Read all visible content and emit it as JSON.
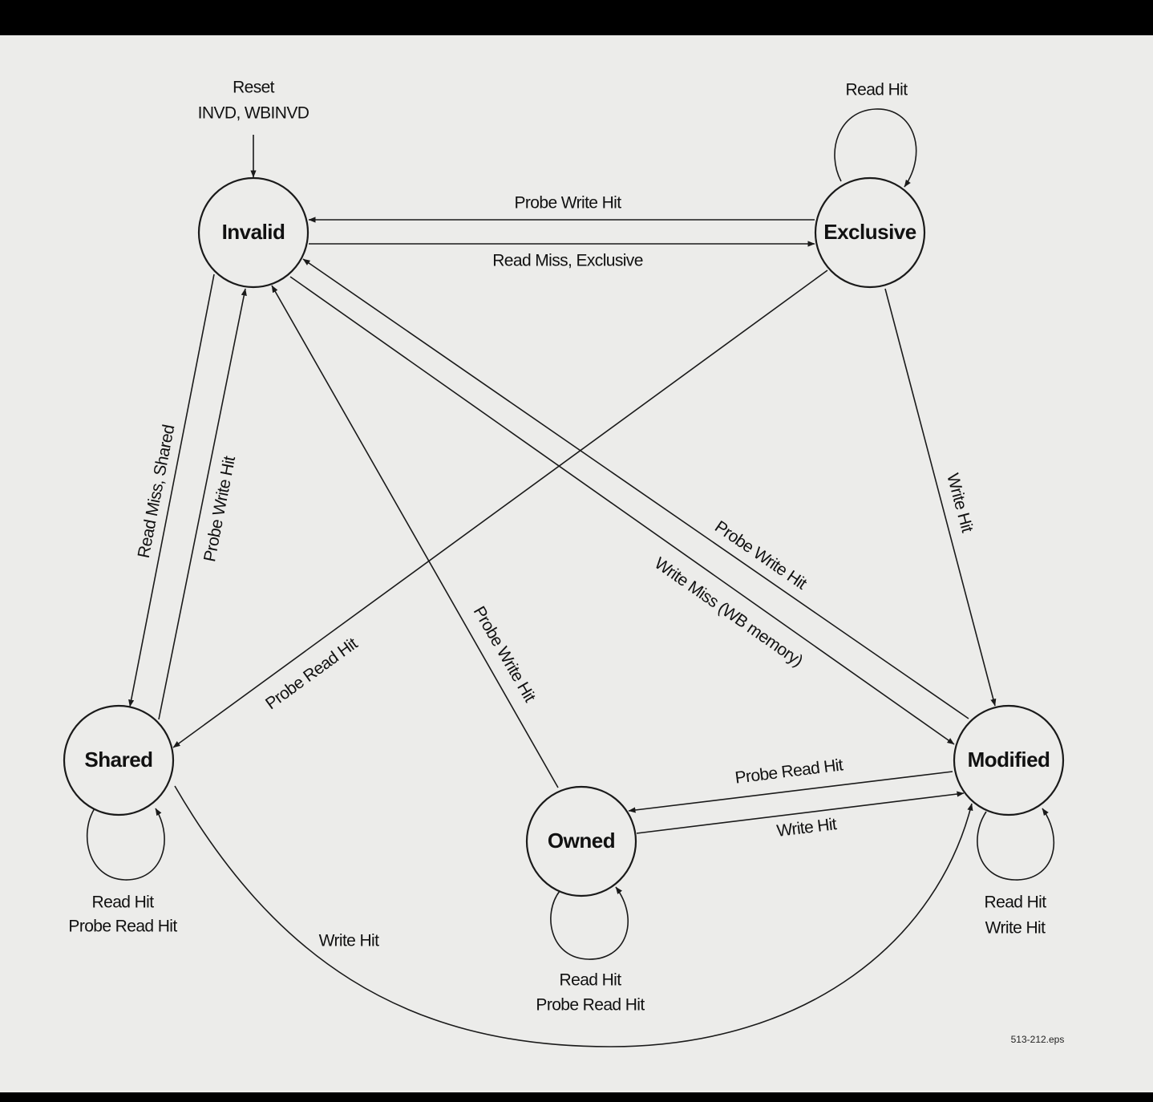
{
  "states": {
    "invalid": "Invalid",
    "exclusive": "Exclusive",
    "shared": "Shared",
    "owned": "Owned",
    "modified": "Modified"
  },
  "entry": {
    "line1": "Reset",
    "line2": "INVD, WBINVD"
  },
  "transitions": {
    "exclusive_to_invalid": "Probe Write Hit",
    "invalid_to_exclusive": "Read Miss, Exclusive",
    "invalid_to_shared": "Read Miss, Shared",
    "shared_to_invalid": "Probe Write Hit",
    "exclusive_to_shared": "Probe Read Hit",
    "owned_to_invalid": "Probe Write Hit",
    "modified_to_invalid": "Probe Write Hit",
    "invalid_to_modified": "Write Miss (WB memory)",
    "exclusive_to_modified": "Write Hit",
    "modified_to_owned": "Probe Read Hit",
    "owned_to_modified": "Write Hit",
    "shared_to_modified": "Write Hit"
  },
  "self_loops": {
    "exclusive": [
      "Read Hit"
    ],
    "shared": [
      "Read Hit",
      "Probe Read Hit"
    ],
    "owned": [
      "Read Hit",
      "Probe Read Hit"
    ],
    "modified": [
      "Read Hit",
      "Write Hit"
    ]
  },
  "figure_id": "513-212.eps"
}
